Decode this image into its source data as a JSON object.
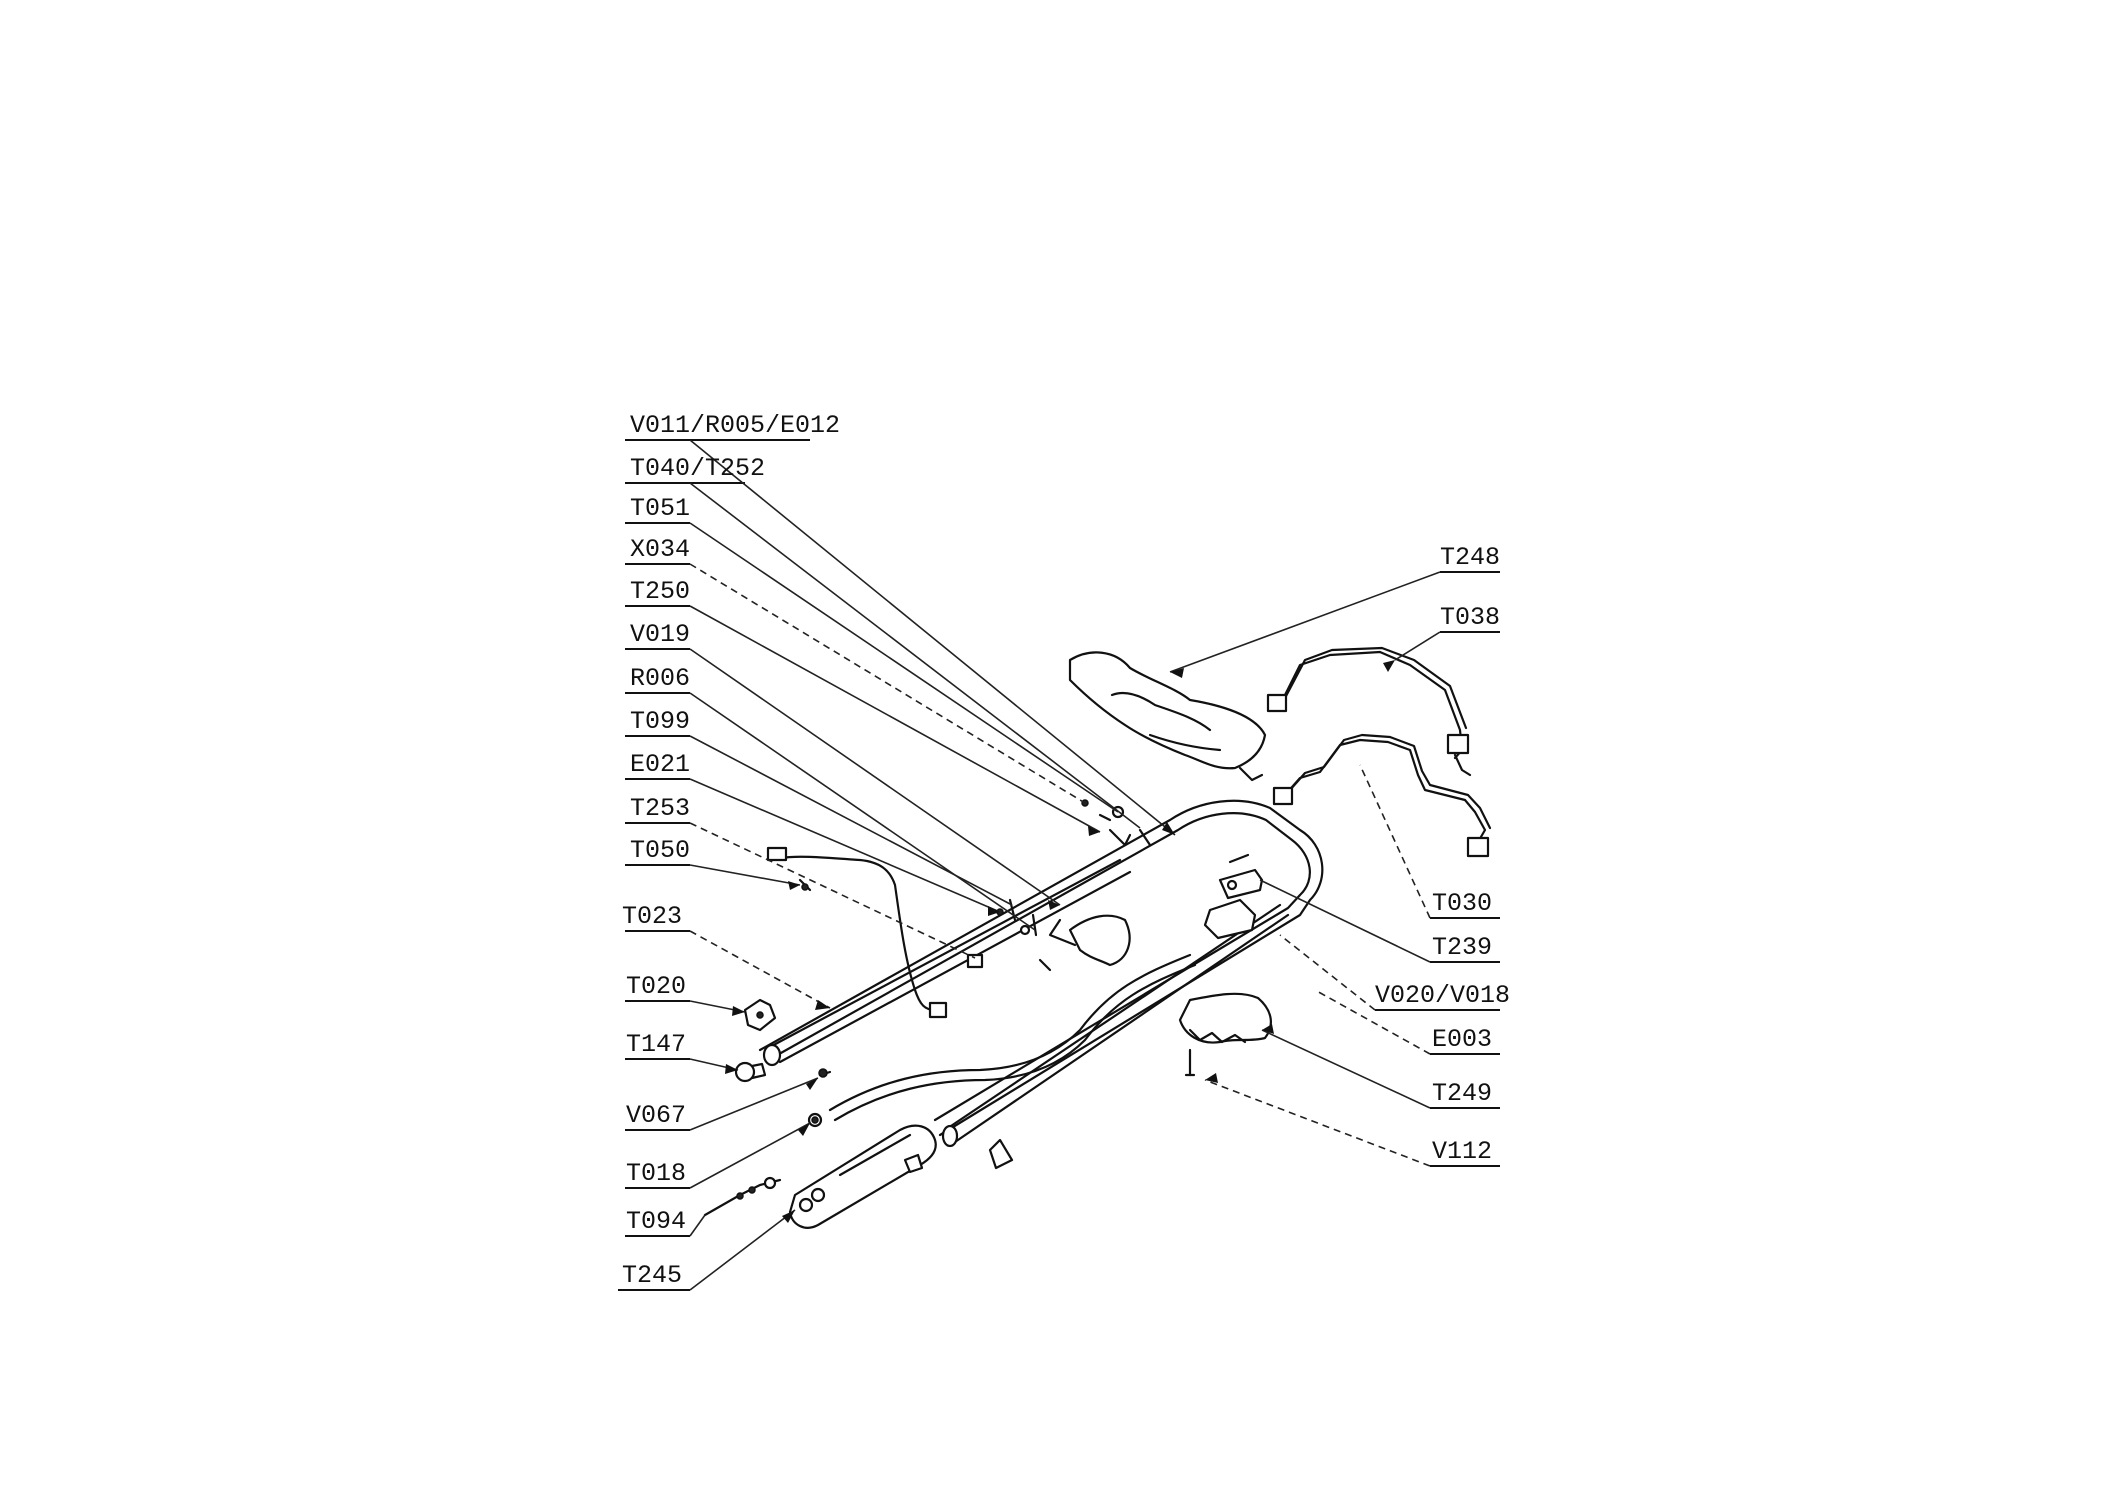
{
  "labels": {
    "v011": "V011/R005/E012",
    "t040": "T040/T252",
    "t051": "T051",
    "x034": "X034",
    "t250": "T250",
    "v019": "V019",
    "r006": "R006",
    "t099": "T099",
    "e021": "E021",
    "t253": "T253",
    "t050": "T050",
    "t023": "T023",
    "t020": "T020",
    "t147": "T147",
    "v067": "V067",
    "t018": "T018",
    "t094": "T094",
    "t245": "T245",
    "t248": "T248",
    "t038": "T038",
    "t030": "T030",
    "t239": "T239",
    "v020": "V020/V018",
    "e003": "E003",
    "t249": "T249",
    "v112": "V112"
  }
}
